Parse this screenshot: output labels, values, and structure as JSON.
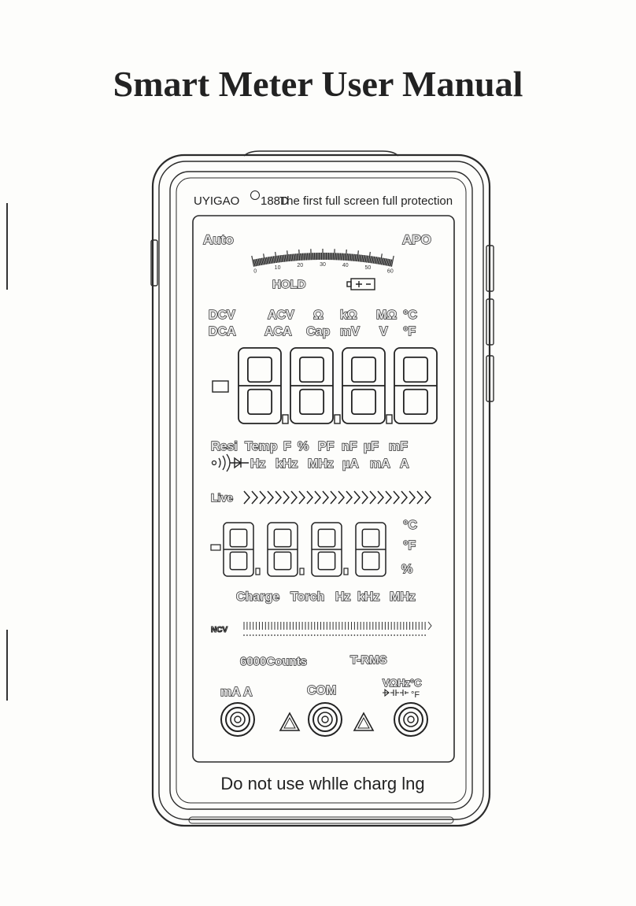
{
  "title": "Smart Meter User Manual",
  "header": {
    "brand": "UYIGAO",
    "model": "188D",
    "tagline": "The first full screen full protection"
  },
  "lcd": {
    "auto": "Auto",
    "apo": "APO",
    "hold": "HOLD",
    "scale_ticks": [
      "0",
      "10",
      "20",
      "30",
      "40",
      "50",
      "60"
    ],
    "units_row1": [
      "DCV",
      "ACV",
      "Ω",
      "kΩ",
      "MΩ",
      "°C"
    ],
    "units_row2": [
      "DCA",
      "ACA",
      "Cap",
      "mV",
      "V",
      "°F"
    ],
    "units_row3": [
      "Resi",
      "Temp",
      "F",
      "%",
      "PF",
      "nF",
      "µF",
      "mF"
    ],
    "units_row4": [
      "Hz",
      "kHz",
      "MHz",
      "µA",
      "mA",
      "A"
    ],
    "live": "Live",
    "secondary_units": [
      "°C",
      "°F",
      "%"
    ],
    "units_row5": [
      "Charge",
      "Torch",
      "Hz",
      "kHz",
      "MHz"
    ],
    "ncv": "NCV",
    "counts": "6000Counts",
    "trms": "T-RMS"
  },
  "terminals": {
    "left_label": "mA A",
    "center_label": "COM",
    "right_label": "VΩHz°C"
  },
  "footer_warning": "Do not use whlle charg lng"
}
